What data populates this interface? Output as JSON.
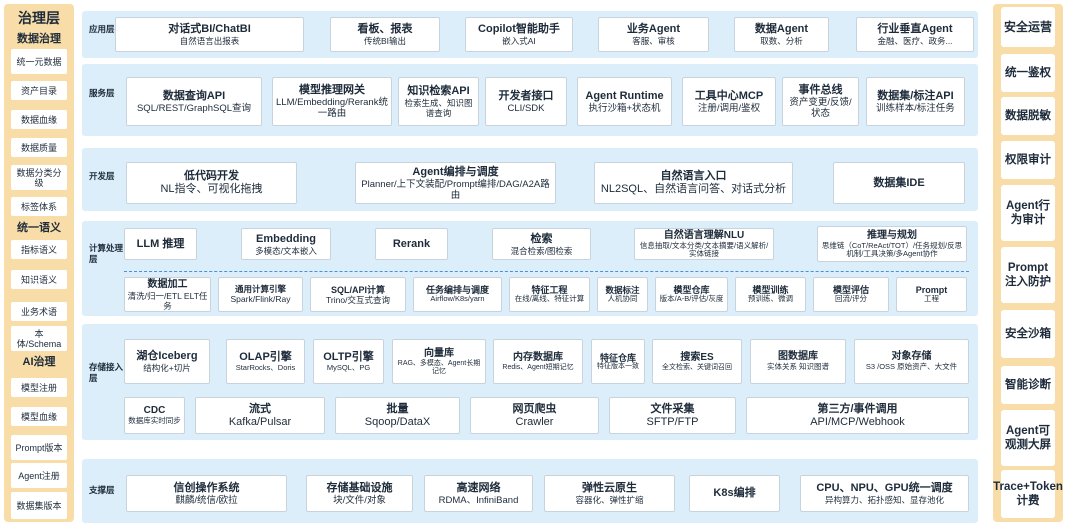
{
  "left_panel": {
    "title": "治理层",
    "data_gov_label": "数据治理",
    "data_gov_items": [
      "统一元数据",
      "资产目录",
      "数据血缘",
      "数据质量",
      "数据分类分级",
      "标签体系"
    ],
    "semantic_label": "统一语义",
    "semantic_items": [
      "指标语义",
      "知识语义",
      "业务术语",
      "本体/Schema"
    ],
    "ai_gov_label": "AI治理",
    "ai_gov_items": [
      "模型注册",
      "模型血缘",
      "Prompt版本",
      "Agent注册",
      "数据集版本"
    ]
  },
  "right_panel": {
    "items": [
      "安全运营",
      "统一鉴权",
      "数据脱敏",
      "权限审计",
      "Agent行为审计",
      "Prompt注入防护",
      "安全沙箱",
      "智能诊断",
      "Agent可观测大屏",
      "Trace+Token计费"
    ]
  },
  "layers": {
    "application": {
      "label": "应用层",
      "items": [
        {
          "title": "对话式BI/ChatBI",
          "sub": "自然语言出报表"
        },
        {
          "title": "看板、报表",
          "sub": "传统BI输出"
        },
        {
          "title": "Copilot智能助手",
          "sub": "嵌入式AI"
        },
        {
          "title": "业务Agent",
          "sub": "客服、审核"
        },
        {
          "title": "数据Agent",
          "sub": "取数、分析"
        },
        {
          "title": "行业垂直Agent",
          "sub": "金融、医疗、政务..."
        }
      ]
    },
    "service": {
      "label": "服务层",
      "items": [
        {
          "title": "数据查询API",
          "sub": "SQL/REST/GraphSQL查询"
        },
        {
          "title": "模型推理网关",
          "sub": "LLM/Embedding/Rerank统一路由"
        },
        {
          "title": "知识检索API",
          "sub": "检索生成、知识图谱查询"
        },
        {
          "title": "开发者接口",
          "sub": "CLI/SDK"
        },
        {
          "title": "Agent Runtime",
          "sub": "执行沙箱+状态机"
        },
        {
          "title": "工具中心MCP",
          "sub": "注册/调用/鉴权"
        },
        {
          "title": "事件总线",
          "sub": "资产变更/反馈/状态"
        },
        {
          "title": "数据集/标注API",
          "sub": "训练样本/标注任务"
        }
      ]
    },
    "development": {
      "label": "开发层",
      "items": [
        {
          "title": "低代码开发",
          "sub": "NL指令、可视化拖拽"
        },
        {
          "title": "Agent编排与调度",
          "sub": "Planner/上下文装配/Prompt编排/DAG/A2A路由"
        },
        {
          "title": "自然语言入口",
          "sub": "NL2SQL、自然语言问答、对话式分析"
        },
        {
          "title": "数据集IDE",
          "sub": ""
        }
      ]
    },
    "compute": {
      "label": "计算处理层",
      "upper": [
        {
          "title": "LLM 推理",
          "sub": ""
        },
        {
          "title": "Embedding",
          "sub": "多模态/文本嵌入"
        },
        {
          "title": "Rerank",
          "sub": ""
        },
        {
          "title": "检索",
          "sub": "混合检索/图检索"
        },
        {
          "title": "自然语言理解NLU",
          "sub": "信息抽取/文本分类/文本摘要/语义解析/实体链接"
        },
        {
          "title": "推理与规划",
          "sub": "思维链（CoT/ReAct/TOT）/任务规划/反思机制/工具决策/多Agent协作"
        }
      ],
      "lower": [
        {
          "title": "数据加工",
          "sub": "清洗/归一/ETL ELT任务"
        },
        {
          "title": "通用计算引擎",
          "sub": "Spark/Flink/Ray"
        },
        {
          "title": "SQL/API计算",
          "sub": "Trino/交互式查询"
        },
        {
          "title": "任务编排与调度",
          "sub": "Airflow/K8s/yarn"
        },
        {
          "title": "特征工程",
          "sub": "在线/离线、特征计算"
        },
        {
          "title": "数据标注",
          "sub": "人机协同"
        },
        {
          "title": "模型仓库",
          "sub": "版本/A-B/评估/灰度"
        },
        {
          "title": "模型训练",
          "sub": "预训练、微调"
        },
        {
          "title": "模型评估",
          "sub": "回流/评分"
        },
        {
          "title": "Prompt",
          "sub": "工程"
        }
      ]
    },
    "storage": {
      "label": "存储接入层",
      "upper": [
        {
          "title": "湖仓Iceberg",
          "sub": "结构化+切片"
        },
        {
          "title": "OLAP引擎",
          "sub": "StarRocks、Doris"
        },
        {
          "title": "OLTP引擎",
          "sub": "MySQL、PG"
        },
        {
          "title": "向量库",
          "sub": "RAG、多模态、Agent长期记忆"
        },
        {
          "title": "内存数据库",
          "sub": "Redis、Agent短期记忆"
        },
        {
          "title": "特征仓库",
          "sub": "特征版本一致"
        },
        {
          "title": "搜索ES",
          "sub": "全文检索、关键词召回"
        },
        {
          "title": "图数据库",
          "sub": "实体关系 知识图谱"
        },
        {
          "title": "对象存储",
          "sub": "S3 /OSS 原始资产、大文件"
        }
      ],
      "lower": [
        {
          "title": "CDC",
          "sub": "数据库实时同步"
        },
        {
          "title": "流式",
          "sub": "Kafka/Pulsar"
        },
        {
          "title": "批量",
          "sub": "Sqoop/DataX"
        },
        {
          "title": "网页爬虫",
          "sub": "Crawler"
        },
        {
          "title": "文件采集",
          "sub": "SFTP/FTP"
        },
        {
          "title": "第三方/事件调用",
          "sub": "API/MCP/Webhook"
        }
      ]
    },
    "support": {
      "label": "支撑层",
      "items": [
        {
          "title": "信创操作系统",
          "sub": "麒麟/统信/欧拉"
        },
        {
          "title": "存储基础设施",
          "sub": "块/文件/对象"
        },
        {
          "title": "高速网络",
          "sub": "RDMA、InfiniBand"
        },
        {
          "title": "弹性云原生",
          "sub": "容器化、弹性扩缩"
        },
        {
          "title": "K8s编排",
          "sub": ""
        },
        {
          "title": "CPU、NPU、GPU统一调度",
          "sub": "异构算力、拓扑感知、显存池化"
        }
      ]
    }
  }
}
